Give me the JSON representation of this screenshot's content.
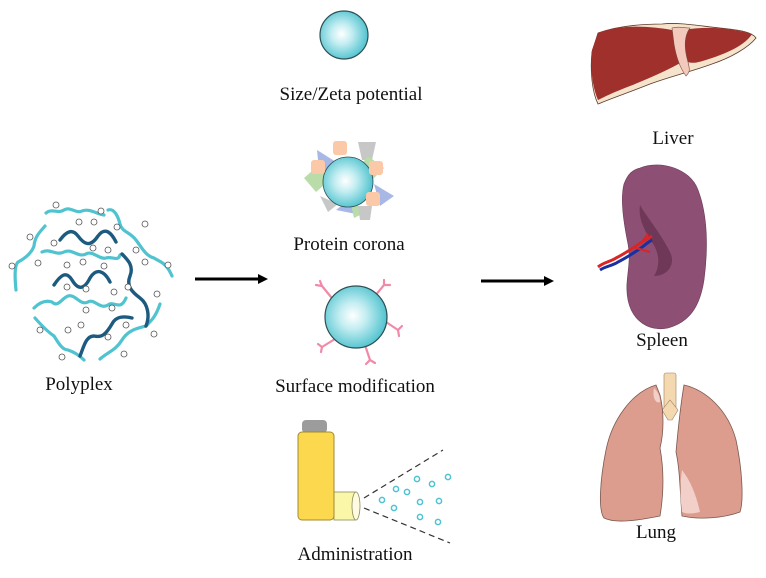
{
  "diagram": {
    "source": {
      "label": "Polyplex"
    },
    "factors": [
      {
        "label": "Size/Zeta potential",
        "icon": "nanoparticle-icon"
      },
      {
        "label": "Protein corona",
        "icon": "protein-corona-icon"
      },
      {
        "label": "Surface modification",
        "icon": "surface-modified-nanoparticle-icon"
      },
      {
        "label": "Administration",
        "icon": "inhaler-icon"
      }
    ],
    "targets": [
      {
        "label": "Liver",
        "icon": "liver-icon"
      },
      {
        "label": "Spleen",
        "icon": "spleen-icon"
      },
      {
        "label": "Lung",
        "icon": "lung-icon"
      }
    ],
    "arrows": [
      {
        "from": "Polyplex",
        "to": "factors"
      },
      {
        "from": "factors",
        "to": "organs"
      }
    ]
  },
  "colors": {
    "polymer_light": "#4fc3cf",
    "polymer_dark": "#1d5a80",
    "particle": "#5cc9d3",
    "liver": "#a0302c",
    "spleen": "#8e4f74",
    "lung": "#dc9c8e",
    "inhaler": "#fcd84e",
    "ligand": "#f08aa8"
  }
}
